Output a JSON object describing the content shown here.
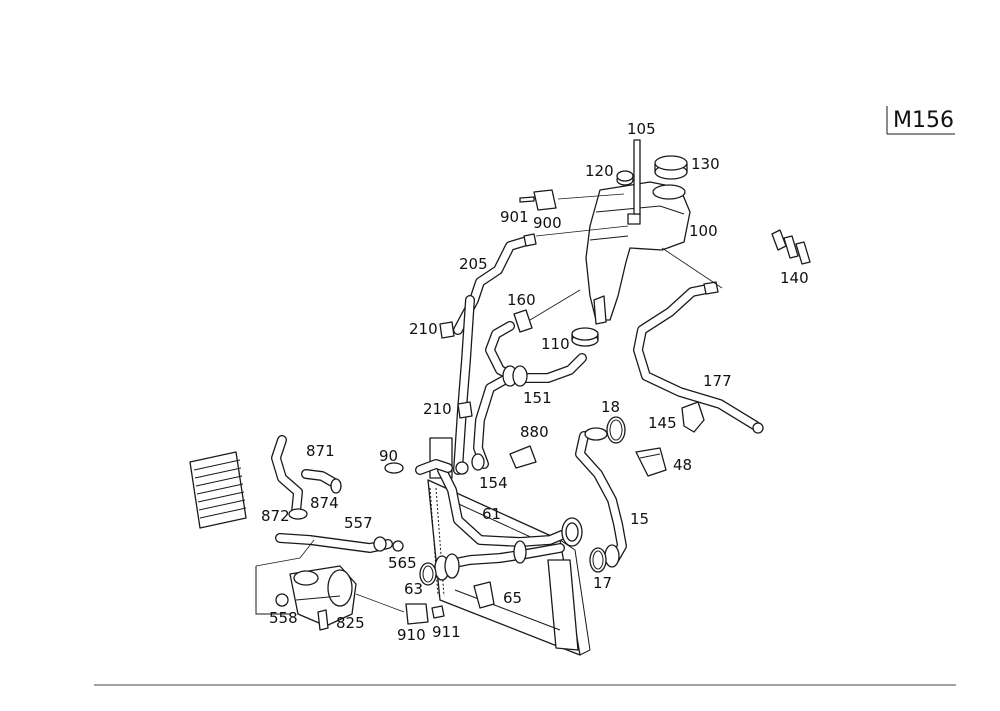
{
  "model_code": "M156",
  "callouts": [
    {
      "id": "105",
      "label": "105"
    },
    {
      "id": "120",
      "label": "120"
    },
    {
      "id": "130",
      "label": "130"
    },
    {
      "id": "901",
      "label": "901"
    },
    {
      "id": "900",
      "label": "900"
    },
    {
      "id": "100",
      "label": "100"
    },
    {
      "id": "140",
      "label": "140"
    },
    {
      "id": "205",
      "label": "205"
    },
    {
      "id": "160",
      "label": "160"
    },
    {
      "id": "210a",
      "label": "210"
    },
    {
      "id": "110",
      "label": "110"
    },
    {
      "id": "177",
      "label": "177"
    },
    {
      "id": "151",
      "label": "151"
    },
    {
      "id": "210b",
      "label": "210"
    },
    {
      "id": "18",
      "label": "18"
    },
    {
      "id": "145",
      "label": "145"
    },
    {
      "id": "880",
      "label": "880"
    },
    {
      "id": "48",
      "label": "48"
    },
    {
      "id": "871",
      "label": "871"
    },
    {
      "id": "90",
      "label": "90"
    },
    {
      "id": "154",
      "label": "154"
    },
    {
      "id": "874",
      "label": "874"
    },
    {
      "id": "872",
      "label": "872"
    },
    {
      "id": "557",
      "label": "557"
    },
    {
      "id": "61",
      "label": "61"
    },
    {
      "id": "15",
      "label": "15"
    },
    {
      "id": "565",
      "label": "565"
    },
    {
      "id": "63",
      "label": "63"
    },
    {
      "id": "17",
      "label": "17"
    },
    {
      "id": "65",
      "label": "65"
    },
    {
      "id": "558",
      "label": "558"
    },
    {
      "id": "825",
      "label": "825"
    },
    {
      "id": "910",
      "label": "910"
    },
    {
      "id": "911",
      "label": "911"
    }
  ]
}
